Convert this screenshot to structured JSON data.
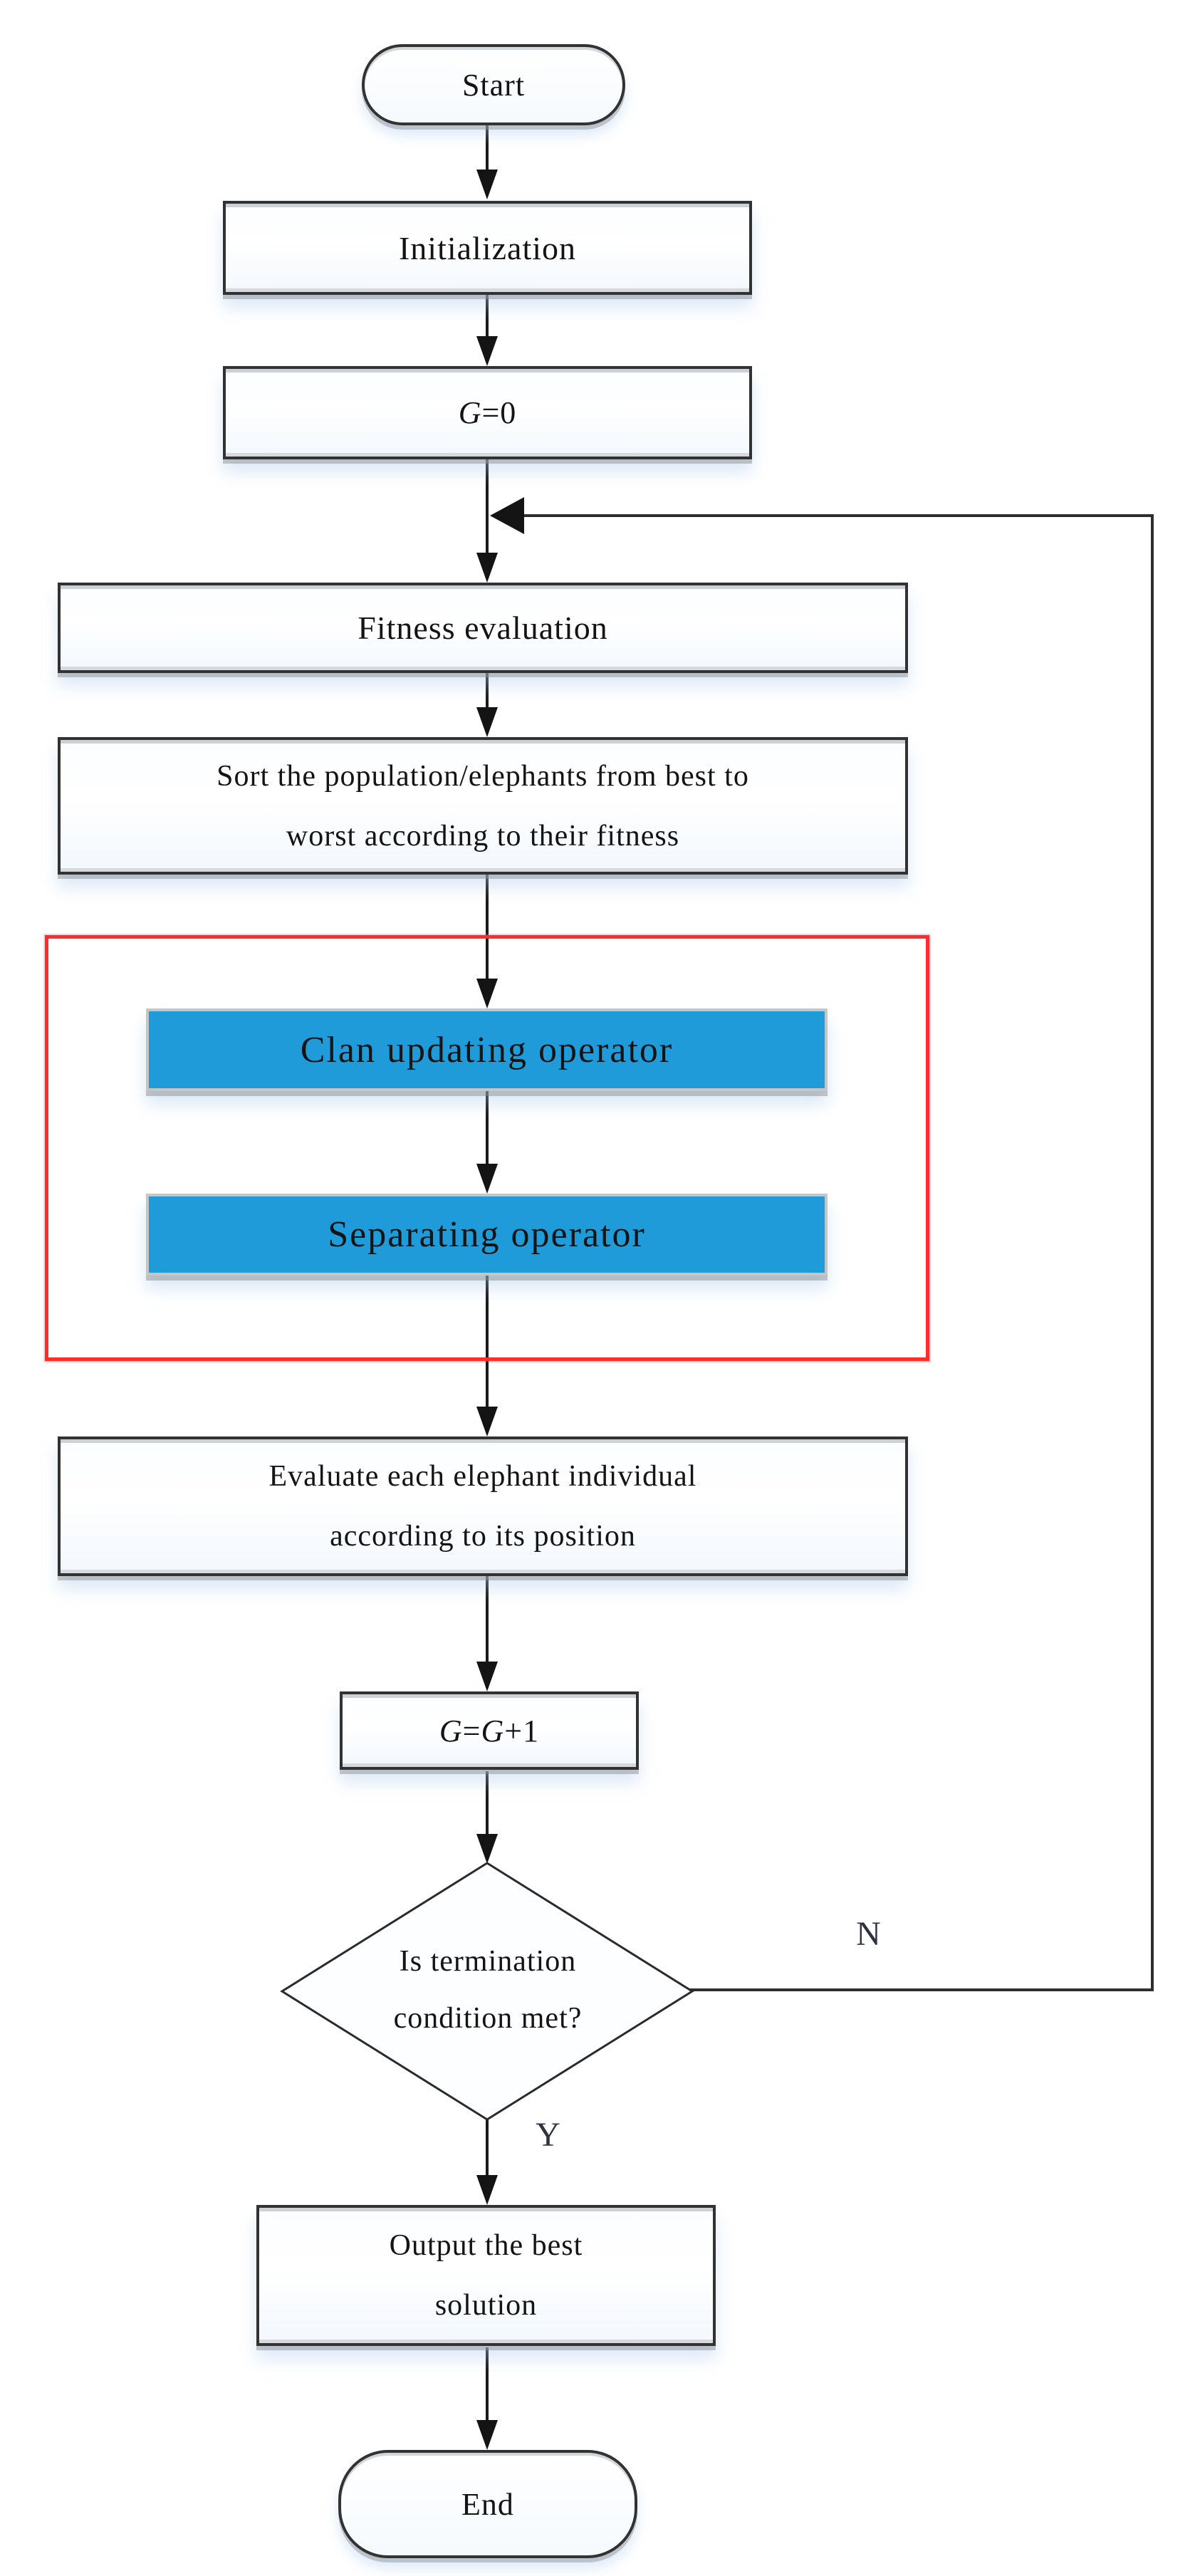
{
  "colors": {
    "operator_fill_blue": "#1e9bd8",
    "highlight_frame_red": "#fa2e2e",
    "line_black": "#1a1a1a",
    "box_border": "#323232"
  },
  "nodes": {
    "start": {
      "label": "Start"
    },
    "initialization": {
      "label": "Initialization"
    },
    "set_generation": {
      "parts": [
        {
          "t": "G",
          "i": true
        },
        {
          "t": "=0"
        }
      ]
    },
    "fitness_evaluation": {
      "label": "Fitness evaluation"
    },
    "sort_population": {
      "label": "Sort the population/elephants from best to\nworst according to their fitness"
    },
    "clan_updating_operator": {
      "label": "Clan updating operator"
    },
    "separating_operator": {
      "label": "Separating operator"
    },
    "evaluate_individuals": {
      "label": "Evaluate each elephant individual\naccording to its position"
    },
    "increment_generation": {
      "parts": [
        {
          "t": "G",
          "i": true
        },
        {
          "t": "="
        },
        {
          "t": "G",
          "i": true
        },
        {
          "t": "+1"
        }
      ]
    },
    "termination_decision": {
      "label": "Is termination\ncondition met?"
    },
    "output_best": {
      "label": "Output the best\nsolution"
    },
    "end": {
      "label": "End"
    }
  },
  "edge_labels": {
    "no": "N",
    "yes": "Y"
  }
}
